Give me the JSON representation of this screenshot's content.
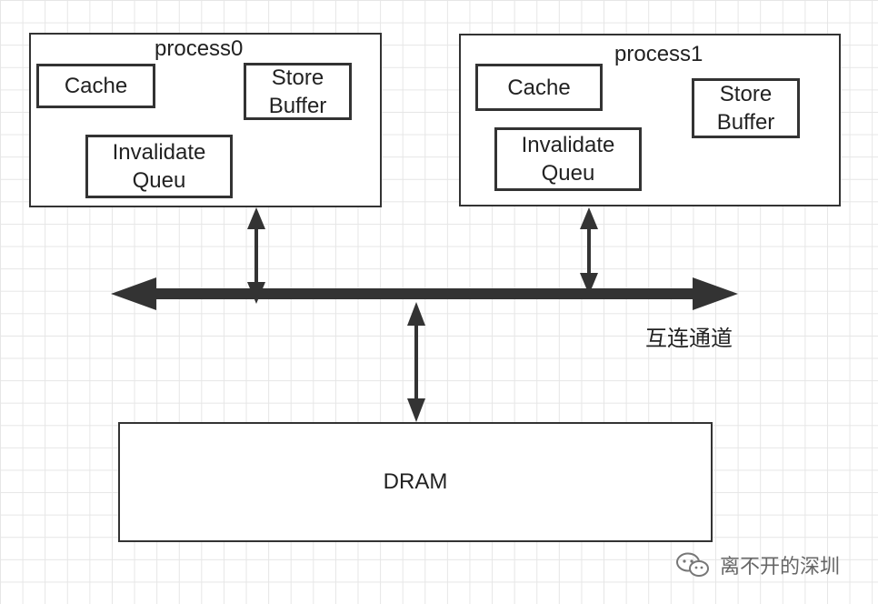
{
  "process0": {
    "title": "process0",
    "cache": "Cache",
    "store_buffer": "Store\nBuffer",
    "invalidate_queue": "Invalidate\nQueu"
  },
  "process1": {
    "title": "process1",
    "cache": "Cache",
    "store_buffer": "Store\nBuffer",
    "invalidate_queue": "Invalidate\nQueu"
  },
  "interconnect": {
    "label": "互连通道"
  },
  "dram": {
    "label": "DRAM"
  },
  "watermark": {
    "text": "离不开的深圳",
    "icon": "wechat-icon"
  },
  "colors": {
    "stroke": "#333333",
    "grid": "#e6e6e6",
    "watermark": "#666666"
  }
}
